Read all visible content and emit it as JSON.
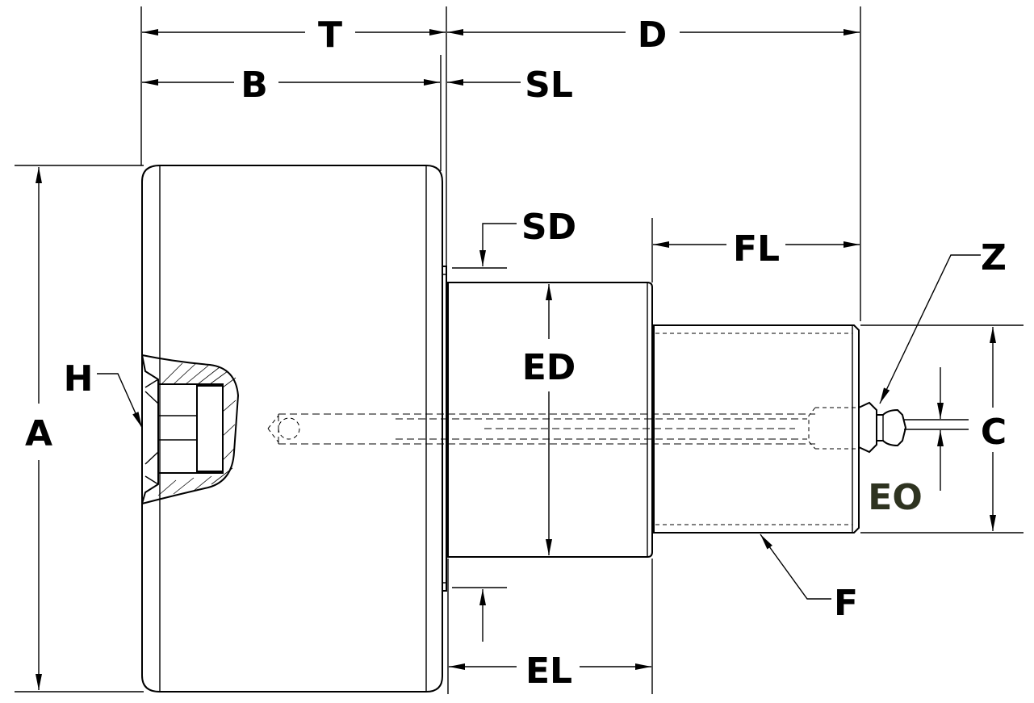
{
  "labels": {
    "T": "T",
    "D": "D",
    "B": "B",
    "SL": "SL",
    "SD": "SD",
    "FL": "FL",
    "Z": "Z",
    "H": "H",
    "ED": "ED",
    "A": "A",
    "C": "C",
    "EO": "EO",
    "F": "F",
    "EL": "EL"
  },
  "colors": {
    "line": "#000000",
    "background": "#ffffff",
    "eo_label": "#2e3320"
  }
}
